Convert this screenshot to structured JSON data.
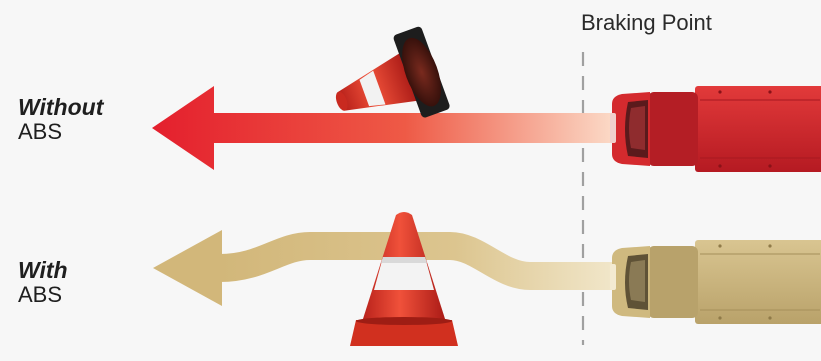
{
  "labels": {
    "without_emphasis": "Without",
    "without_abs": "ABS",
    "with_emphasis": "With",
    "with_abs": "ABS",
    "braking_point": "Braking Point"
  },
  "colors": {
    "background": "#f7f7f7",
    "without_arrow": "#e8232f",
    "with_arrow": "#d6bf85",
    "red_truck": "#d7262d",
    "tan_truck": "#cbb67f",
    "cone_orange": "#e0362a",
    "dashed_line": "#a0a0a0"
  },
  "icons": [
    "traffic-cone-icon",
    "truck-icon",
    "arrow-left-icon"
  ]
}
